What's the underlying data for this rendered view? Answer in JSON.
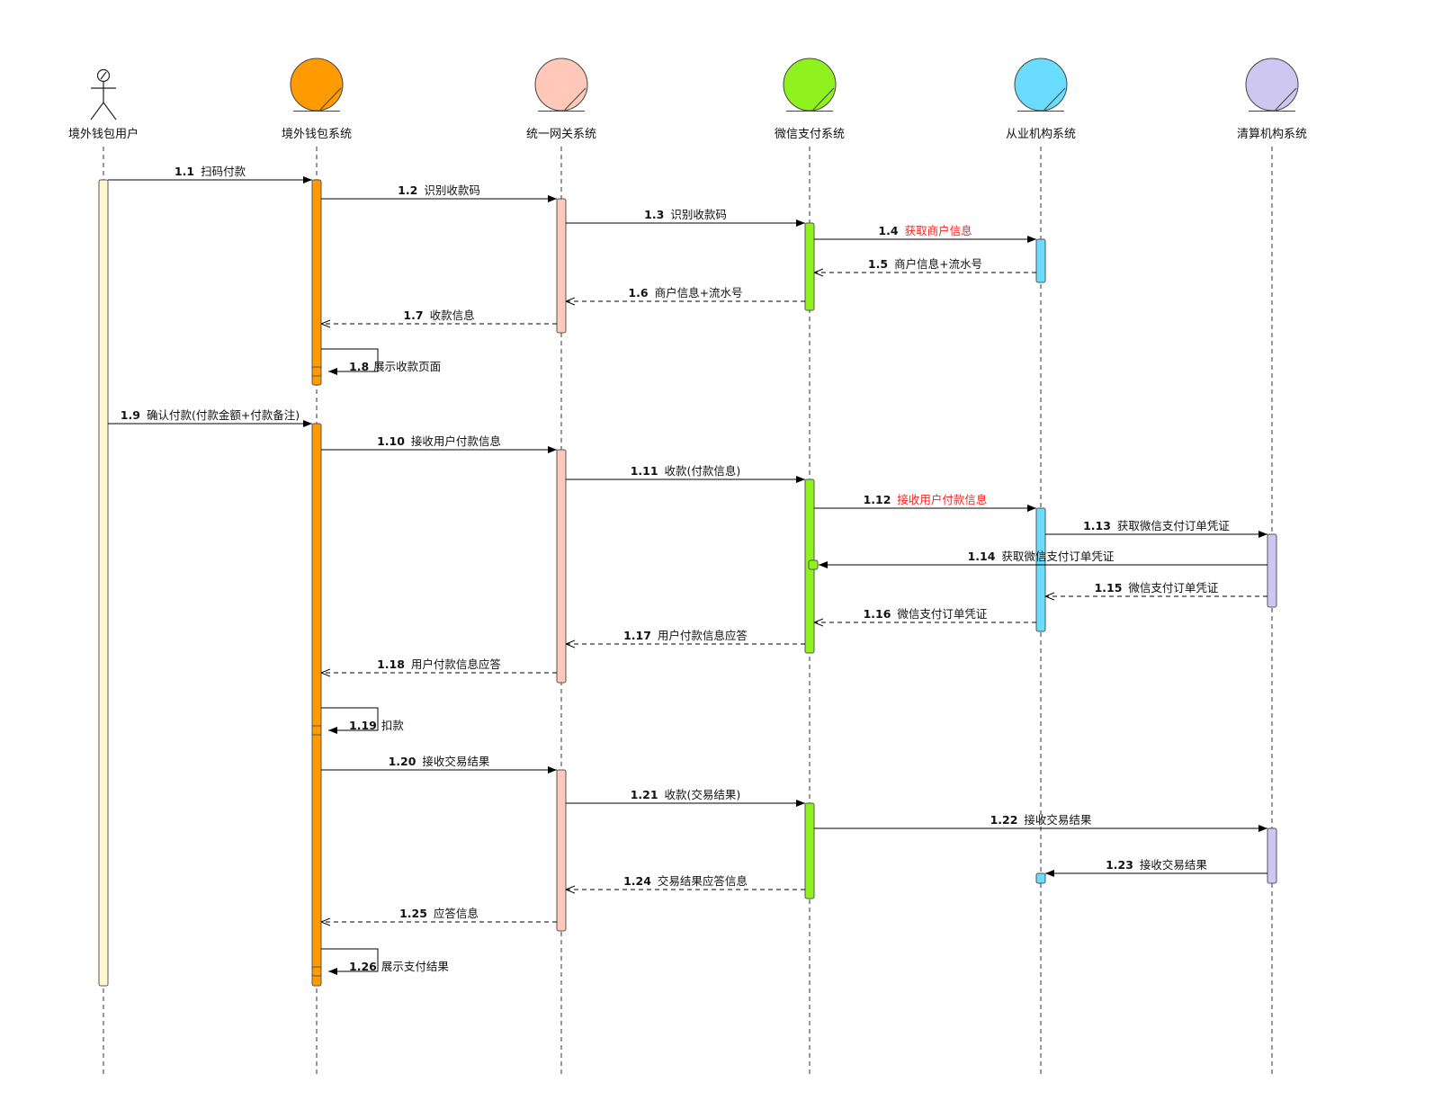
{
  "participants": [
    {
      "id": "user",
      "label": "境外钱包用户",
      "kind": "actor",
      "fill": "#ffffff",
      "bar": "#fff7cf"
    },
    {
      "id": "wallet",
      "label": "境外钱包系统",
      "kind": "entity",
      "fill": "#ff9a00",
      "bar": "#ff9a00"
    },
    {
      "id": "gateway",
      "label": "统一网关系统",
      "kind": "entity",
      "fill": "#ffc8b8",
      "bar": "#ffc8b8"
    },
    {
      "id": "wechat",
      "label": "微信支付系统",
      "kind": "entity",
      "fill": "#8ff21e",
      "bar": "#8ff21e"
    },
    {
      "id": "inst",
      "label": "从业机构系统",
      "kind": "entity",
      "fill": "#6adcfd",
      "bar": "#6adcfd"
    },
    {
      "id": "clearing",
      "label": "清算机构系统",
      "kind": "entity",
      "fill": "#cec7f2",
      "bar": "#cec7f2"
    }
  ],
  "messages": [
    {
      "num": "1.1",
      "text": "扫码付款",
      "from": "user",
      "to": "wallet",
      "style": "sync"
    },
    {
      "num": "1.2",
      "text": "识别收款码",
      "from": "wallet",
      "to": "gateway",
      "style": "sync"
    },
    {
      "num": "1.3",
      "text": "识别收款码",
      "from": "gateway",
      "to": "wechat",
      "style": "sync"
    },
    {
      "num": "1.4",
      "text": "获取商户信息",
      "from": "wechat",
      "to": "inst",
      "style": "sync",
      "highlight": "#ff2020"
    },
    {
      "num": "1.5",
      "text": "商户信息+流水号",
      "from": "inst",
      "to": "wechat",
      "style": "return"
    },
    {
      "num": "1.6",
      "text": "商户信息+流水号",
      "from": "wechat",
      "to": "gateway",
      "style": "return"
    },
    {
      "num": "1.7",
      "text": "收款信息",
      "from": "gateway",
      "to": "wallet",
      "style": "return"
    },
    {
      "num": "1.8",
      "text": "展示收款页面",
      "from": "wallet",
      "to": "wallet",
      "style": "self"
    },
    {
      "num": "1.9",
      "text": "确认付款(付款金额+付款备注)",
      "from": "user",
      "to": "wallet",
      "style": "sync"
    },
    {
      "num": "1.10",
      "text": "接收用户付款信息",
      "from": "wallet",
      "to": "gateway",
      "style": "sync"
    },
    {
      "num": "1.11",
      "text": "收款(付款信息)",
      "from": "gateway",
      "to": "wechat",
      "style": "sync"
    },
    {
      "num": "1.12",
      "text": "接收用户付款信息",
      "from": "wechat",
      "to": "inst",
      "style": "sync",
      "highlight": "#ff2020"
    },
    {
      "num": "1.13",
      "text": "获取微信支付订单凭证",
      "from": "inst",
      "to": "clearing",
      "style": "sync"
    },
    {
      "num": "1.14",
      "text": "获取微信支付订单凭证",
      "from": "clearing",
      "to": "wechat",
      "style": "sync"
    },
    {
      "num": "1.15",
      "text": "微信支付订单凭证",
      "from": "clearing",
      "to": "inst",
      "style": "return"
    },
    {
      "num": "1.16",
      "text": "微信支付订单凭证",
      "from": "inst",
      "to": "wechat",
      "style": "return"
    },
    {
      "num": "1.17",
      "text": "用户付款信息应答",
      "from": "wechat",
      "to": "gateway",
      "style": "return"
    },
    {
      "num": "1.18",
      "text": "用户付款信息应答",
      "from": "gateway",
      "to": "wallet",
      "style": "return"
    },
    {
      "num": "1.19",
      "text": "扣款",
      "from": "wallet",
      "to": "wallet",
      "style": "self"
    },
    {
      "num": "1.20",
      "text": "接收交易结果",
      "from": "wallet",
      "to": "gateway",
      "style": "sync"
    },
    {
      "num": "1.21",
      "text": "收款(交易结果)",
      "from": "gateway",
      "to": "wechat",
      "style": "sync"
    },
    {
      "num": "1.22",
      "text": "接收交易结果",
      "from": "wechat",
      "to": "clearing",
      "style": "sync"
    },
    {
      "num": "1.23",
      "text": "接收交易结果",
      "from": "clearing",
      "to": "inst",
      "style": "sync"
    },
    {
      "num": "1.24",
      "text": "交易结果应答信息",
      "from": "wechat",
      "to": "gateway",
      "style": "return"
    },
    {
      "num": "1.25",
      "text": "应答信息",
      "from": "gateway",
      "to": "wallet",
      "style": "return"
    },
    {
      "num": "1.26",
      "text": "展示支付结果",
      "from": "wallet",
      "to": "wallet",
      "style": "self"
    }
  ]
}
